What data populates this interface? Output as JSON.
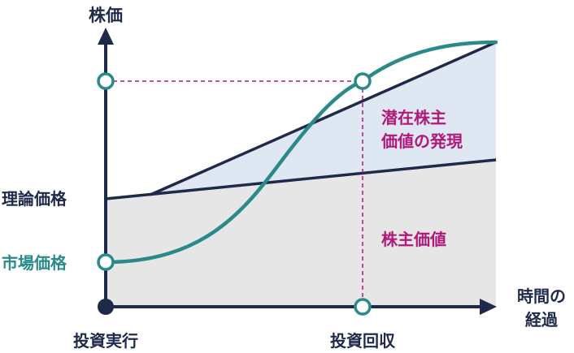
{
  "axes": {
    "y_label": "株価",
    "x_label_line1": "時間の",
    "x_label_line2": "経過"
  },
  "levels": {
    "theoretical_price": "理論価格",
    "market_price": "市場価格"
  },
  "timeline": {
    "start": "投資実行",
    "end": "投資回収"
  },
  "regions": {
    "latent_line1": "潜在株主",
    "latent_line2": "価値の発現",
    "shareholder_value": "株主価値"
  },
  "colors": {
    "navy": "#1f2a4a",
    "teal": "#2a8a8a",
    "magenta": "#b0197a",
    "light_blue_fill": "#dfe8f2",
    "gray_fill": "#e6e6e6"
  }
}
